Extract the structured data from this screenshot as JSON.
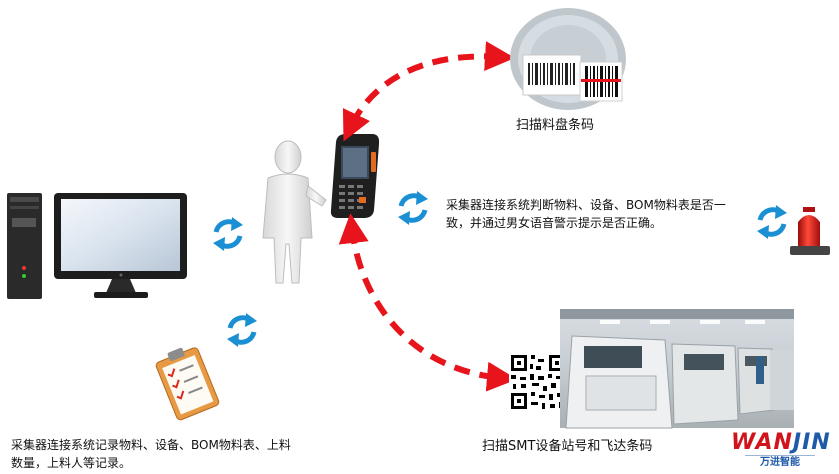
{
  "captions": {
    "reel": "扫描料盘条码",
    "smt": "扫描SMT设备站号和飞达条码",
    "judge_line1": "采集器连接系统判断物料、设备、BOM物料表是否一",
    "judge_line2": "致，并通过男女语音警示提示是否正确。",
    "record_line1": "采集器连接系统记录物料、设备、BOM物料表、上料",
    "record_line2": "数量，上料人等记录。"
  },
  "logo": {
    "main_a": "WAN",
    "main_b": "JIN",
    "sub": "万进智能"
  },
  "colors": {
    "arrow": "#e8141b",
    "cycle": "#1b8fd3",
    "alarm": "#e02020"
  }
}
